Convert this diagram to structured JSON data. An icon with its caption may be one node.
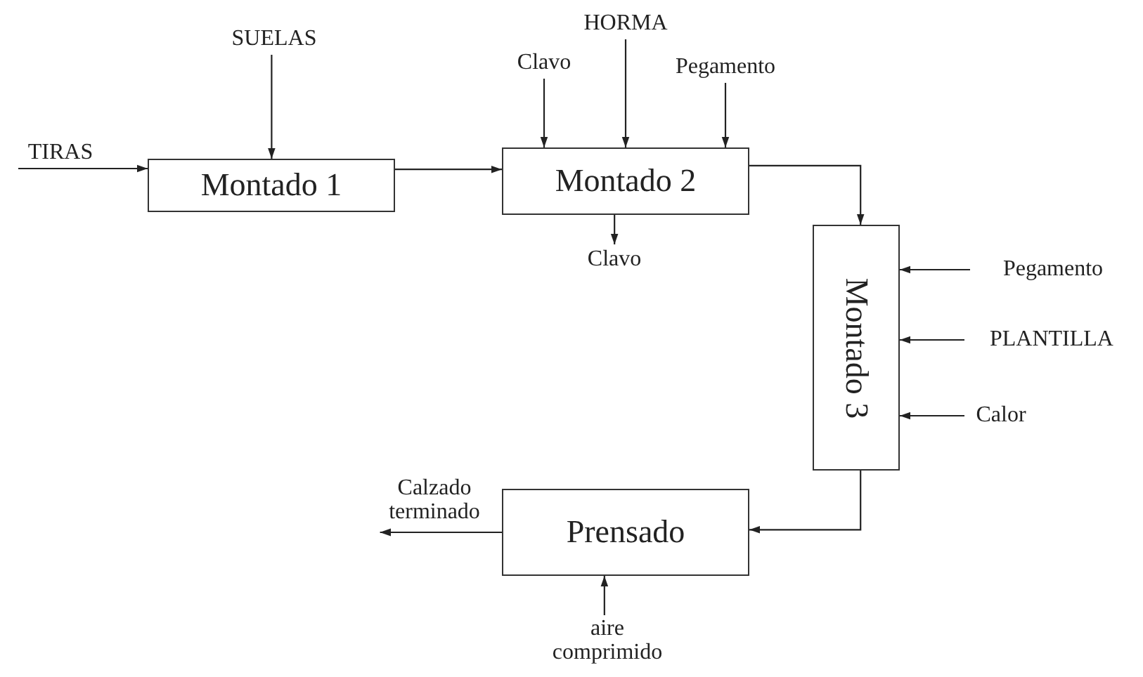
{
  "diagram": {
    "nodes": [
      {
        "text": [
          "Montado 1"
        ]
      },
      {
        "text": [
          "Montado 2"
        ]
      },
      {
        "text": [
          "Montado 3"
        ]
      },
      {
        "text": [
          "Prensado"
        ]
      },
      {
        "text": [
          "TIRAS"
        ]
      },
      {
        "text": [
          "SUELAS"
        ]
      },
      {
        "text": [
          "HORMA"
        ]
      },
      {
        "text": [
          "Clavo"
        ]
      },
      {
        "text": [
          "Pegamento"
        ]
      },
      {
        "text": [
          "Clavo"
        ]
      },
      {
        "text": [
          "Pegamento"
        ]
      },
      {
        "text": [
          "PLANTILLA"
        ]
      },
      {
        "text": [
          "Calor"
        ]
      },
      {
        "text": [
          "Calzado terminado"
        ]
      },
      {
        "text": [
          "aire comprimido"
        ]
      }
    ],
    "edges": [
      {
        "from": 4,
        "to": 0,
        "arrow": "to"
      },
      {
        "from": 5,
        "to": 0,
        "arrow": "to"
      },
      {
        "from": 0,
        "to": 1,
        "arrow": "to"
      },
      {
        "from": 6,
        "to": 1,
        "arrow": "to"
      },
      {
        "from": 7,
        "to": 1,
        "arrow": "to"
      },
      {
        "from": 8,
        "to": 1,
        "arrow": "to"
      },
      {
        "from": 1,
        "to": 9,
        "arrow": "to"
      },
      {
        "from": 1,
        "to": 2,
        "arrow": "to"
      },
      {
        "from": 10,
        "to": 2,
        "arrow": "to"
      },
      {
        "from": 11,
        "to": 2,
        "arrow": "to"
      },
      {
        "from": 12,
        "to": 2,
        "arrow": "to"
      },
      {
        "from": 2,
        "to": 3,
        "arrow": "to"
      },
      {
        "from": 3,
        "to": 13,
        "arrow": "to"
      },
      {
        "from": 14,
        "to": 3,
        "arrow": "to"
      }
    ]
  }
}
